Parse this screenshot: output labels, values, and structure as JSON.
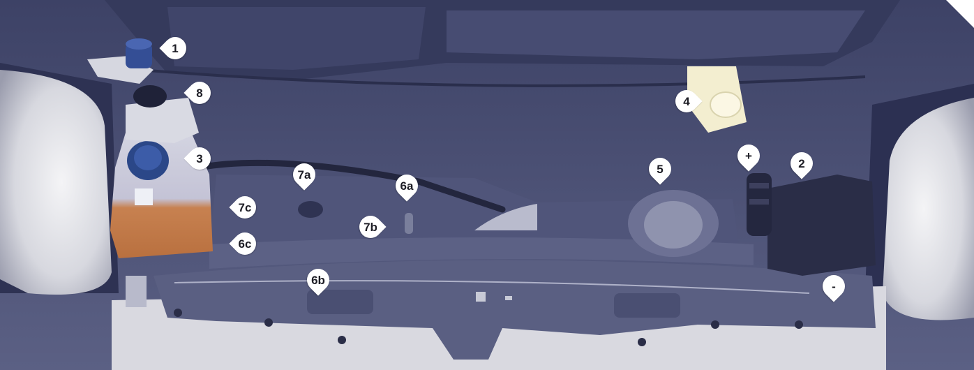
{
  "colors": {
    "engine_bay": "#4f5478",
    "engine_bay_dark": "#2f3354",
    "headlight": "#dcdde3",
    "marker_fill": "#ffffff",
    "marker_text": "#1d1d25",
    "coolant_orange": "#c78150",
    "washer_cap": "#3c5ca8",
    "brake_fluid": "#f3eed0"
  },
  "markers": [
    {
      "id": "1",
      "label": "1"
    },
    {
      "id": "8",
      "label": "8"
    },
    {
      "id": "3",
      "label": "3"
    },
    {
      "id": "7c",
      "label": "7c"
    },
    {
      "id": "6c",
      "label": "6c"
    },
    {
      "id": "7a",
      "label": "7a"
    },
    {
      "id": "6a",
      "label": "6a"
    },
    {
      "id": "7b",
      "label": "7b"
    },
    {
      "id": "6b",
      "label": "6b"
    },
    {
      "id": "4",
      "label": "4"
    },
    {
      "id": "5",
      "label": "5"
    },
    {
      "id": "plus",
      "label": "+"
    },
    {
      "id": "2",
      "label": "2"
    },
    {
      "id": "minus",
      "label": "-"
    }
  ]
}
